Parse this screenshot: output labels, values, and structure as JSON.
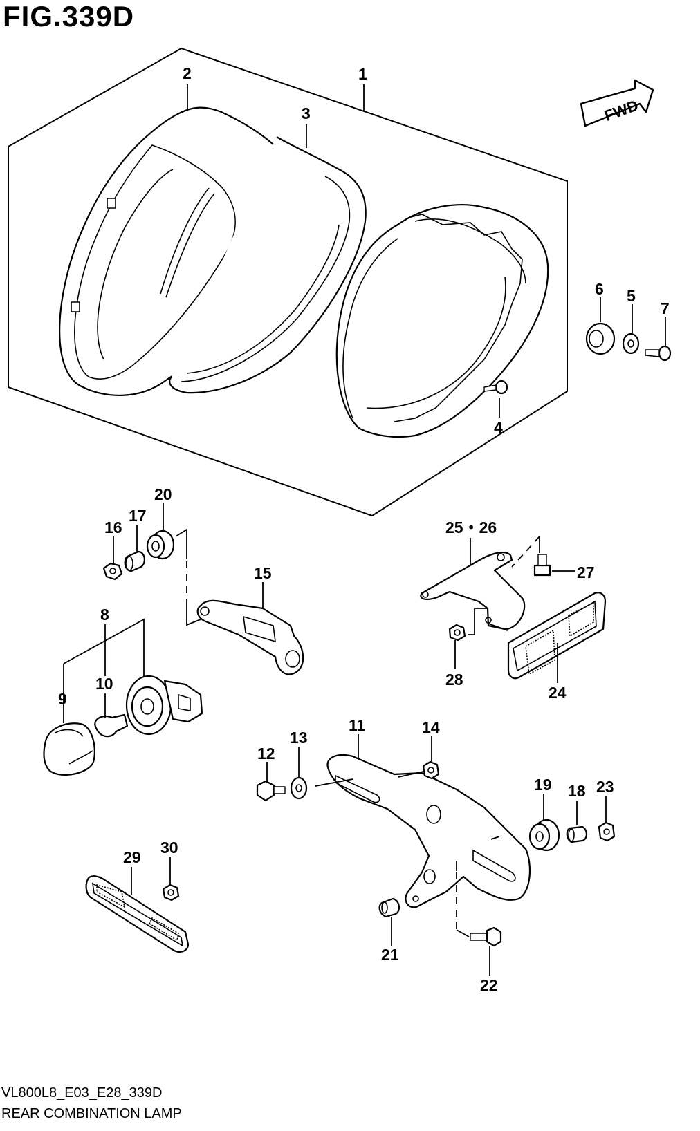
{
  "figure_title": "FIG.339D",
  "fwd_label": "FWD",
  "caption": {
    "model_code": "VL800L8_E03_E28_339D",
    "name": "REAR COMBINATION LAMP"
  },
  "callouts": {
    "p1": "1",
    "p2": "2",
    "p3": "3",
    "p4": "4",
    "p5": "5",
    "p6": "6",
    "p7": "7",
    "p8": "8",
    "p9": "9",
    "p10": "10",
    "p11": "11",
    "p12": "12",
    "p13": "13",
    "p14": "14",
    "p15": "15",
    "p16": "16",
    "p17": "17",
    "p18": "18",
    "p19": "19",
    "p20": "20",
    "p21": "21",
    "p22": "22",
    "p23": "23",
    "p24": "24",
    "p2526": "25・26",
    "p27": "27",
    "p28": "28",
    "p29": "29",
    "p30": "30"
  }
}
